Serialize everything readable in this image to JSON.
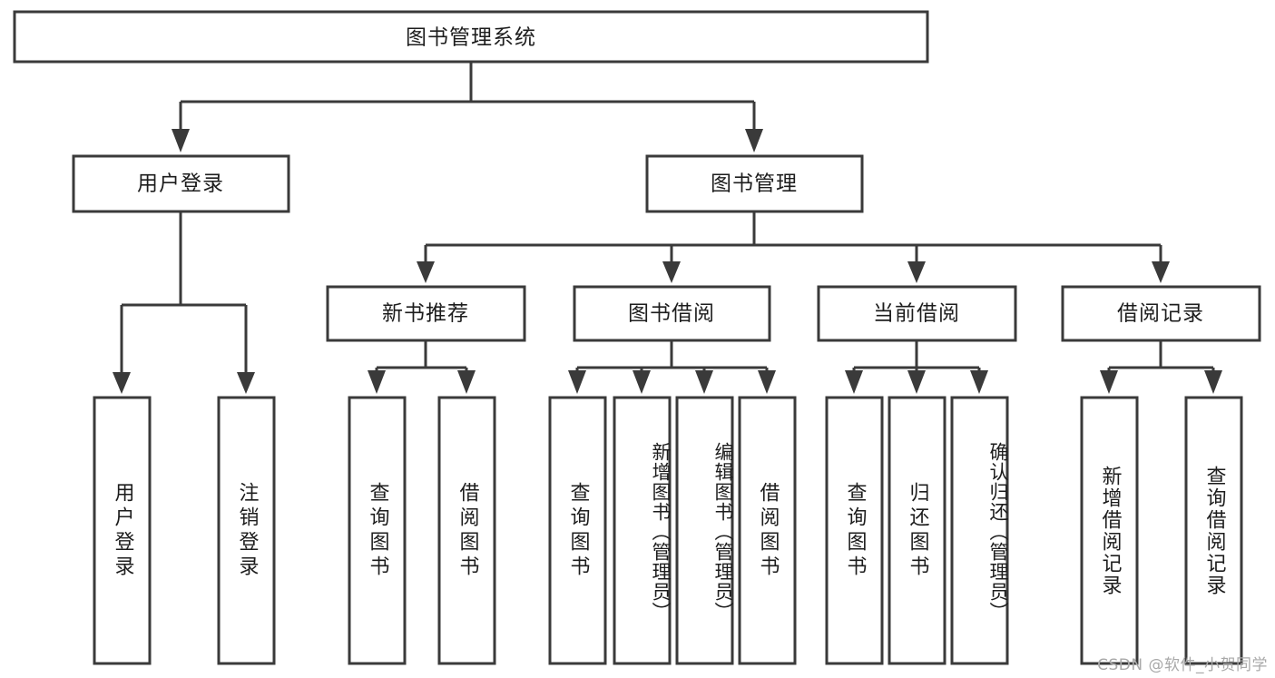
{
  "diagram": {
    "title": "图书管理系统",
    "type": "功能结构图",
    "colors": {
      "box_stroke": "#3a3a3a",
      "box_fill": "#ffffff",
      "text": "#1d1d1d",
      "background": "#ffffff",
      "watermark": "#a9a9a9"
    },
    "root": {
      "label": "图书管理系统",
      "orientation": "horizontal"
    },
    "level2": [
      {
        "label": "用户登录",
        "orientation": "horizontal"
      },
      {
        "label": "图书管理",
        "orientation": "horizontal"
      }
    ],
    "level3": [
      {
        "label": "新书推荐",
        "orientation": "horizontal"
      },
      {
        "label": "图书借阅",
        "orientation": "horizontal"
      },
      {
        "label": "当前借阅",
        "orientation": "horizontal"
      },
      {
        "label": "借阅记录",
        "orientation": "horizontal"
      }
    ],
    "leaves": [
      {
        "label": "用户登录",
        "parent": "用户登录",
        "orientation": "vertical"
      },
      {
        "label": "注销登录",
        "parent": "用户登录",
        "orientation": "vertical"
      },
      {
        "label": "查询图书",
        "parent": "新书推荐",
        "orientation": "vertical"
      },
      {
        "label": "借阅图书",
        "parent": "新书推荐",
        "orientation": "vertical"
      },
      {
        "label": "查询图书",
        "parent": "图书借阅",
        "orientation": "vertical"
      },
      {
        "label": "新增图书（管理员）",
        "parent": "图书借阅",
        "orientation": "vertical"
      },
      {
        "label": "编辑图书（管理员）",
        "parent": "图书借阅",
        "orientation": "vertical"
      },
      {
        "label": "借阅图书",
        "parent": "图书借阅",
        "orientation": "vertical"
      },
      {
        "label": "查询图书",
        "parent": "当前借阅",
        "orientation": "vertical"
      },
      {
        "label": "归还图书",
        "parent": "当前借阅",
        "orientation": "vertical"
      },
      {
        "label": "确认归还（管理员）",
        "parent": "当前借阅",
        "orientation": "vertical"
      },
      {
        "label": "新增借阅记录",
        "parent": "借阅记录",
        "orientation": "vertical"
      },
      {
        "label": "查询借阅记录",
        "parent": "借阅记录",
        "orientation": "vertical"
      }
    ]
  },
  "watermark": {
    "text": "CSDN @软件_小贺同学"
  }
}
